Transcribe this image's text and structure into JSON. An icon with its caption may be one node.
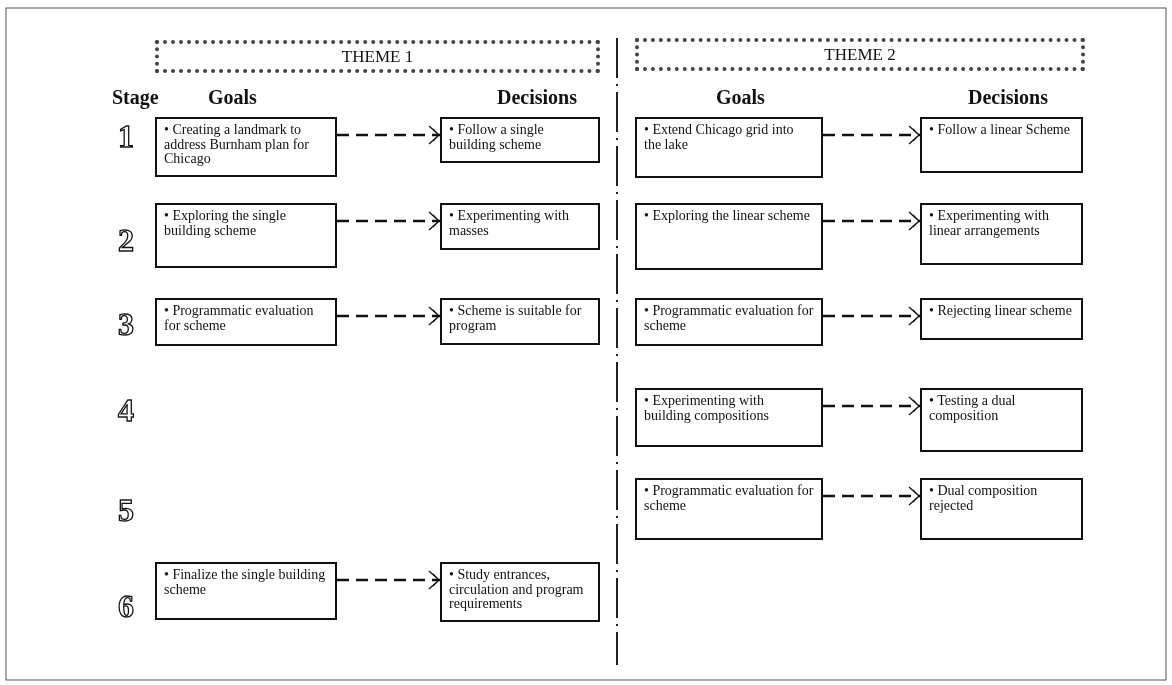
{
  "diagram": {
    "nodes": [
      {
        "text": [
          "THEME 1"
        ]
      },
      {
        "text": [
          "THEME 2"
        ]
      },
      {
        "text": [
          "• Creating a landmark to address Burnham plan for Chicago"
        ]
      },
      {
        "text": [
          "• Follow a single building scheme"
        ]
      },
      {
        "text": [
          "• Extend Chicago grid into the lake"
        ]
      },
      {
        "text": [
          "• Follow a linear Scheme"
        ]
      },
      {
        "text": [
          "• Exploring the single building scheme"
        ]
      },
      {
        "text": [
          "• Experimenting with masses"
        ]
      },
      {
        "text": [
          "• Exploring the linear scheme"
        ]
      },
      {
        "text": [
          "• Experimenting with linear arrangements"
        ]
      },
      {
        "text": [
          "• Programmatic evaluation for scheme"
        ]
      },
      {
        "text": [
          "• Scheme is suitable for program"
        ]
      },
      {
        "text": [
          "• Programmatic evaluation for scheme"
        ]
      },
      {
        "text": [
          "• Rejecting linear scheme"
        ]
      },
      {
        "text": [
          "• Experimenting with building compositions"
        ]
      },
      {
        "text": [
          "• Testing a dual composition"
        ]
      },
      {
        "text": [
          "• Programmatic evaluation for scheme"
        ]
      },
      {
        "text": [
          "• Dual composition rejected"
        ]
      },
      {
        "text": [
          "• Finalize the single building scheme"
        ]
      },
      {
        "text": [
          "• Study entrances, circulation and program requirements"
        ]
      }
    ],
    "edges": [
      {
        "from": 2,
        "to": 3,
        "arrow": "to",
        "style": "dashed"
      },
      {
        "from": 4,
        "to": 5,
        "arrow": "to",
        "style": "dashed"
      },
      {
        "from": 6,
        "to": 7,
        "arrow": "to",
        "style": "dashed"
      },
      {
        "from": 8,
        "to": 9,
        "arrow": "to",
        "style": "dashed"
      },
      {
        "from": 10,
        "to": 11,
        "arrow": "to",
        "style": "dashed"
      },
      {
        "from": 12,
        "to": 13,
        "arrow": "to",
        "style": "dashed"
      },
      {
        "from": 14,
        "to": 15,
        "arrow": "to",
        "style": "dashed"
      },
      {
        "from": 16,
        "to": 17,
        "arrow": "to",
        "style": "dashed"
      },
      {
        "from": 18,
        "to": 19,
        "arrow": "to",
        "style": "dashed"
      }
    ],
    "labels": [
      "Stage",
      "Goals",
      "Decisions",
      "Goals",
      "Decisions",
      "1",
      "2",
      "3",
      "4",
      "5",
      "6"
    ]
  }
}
